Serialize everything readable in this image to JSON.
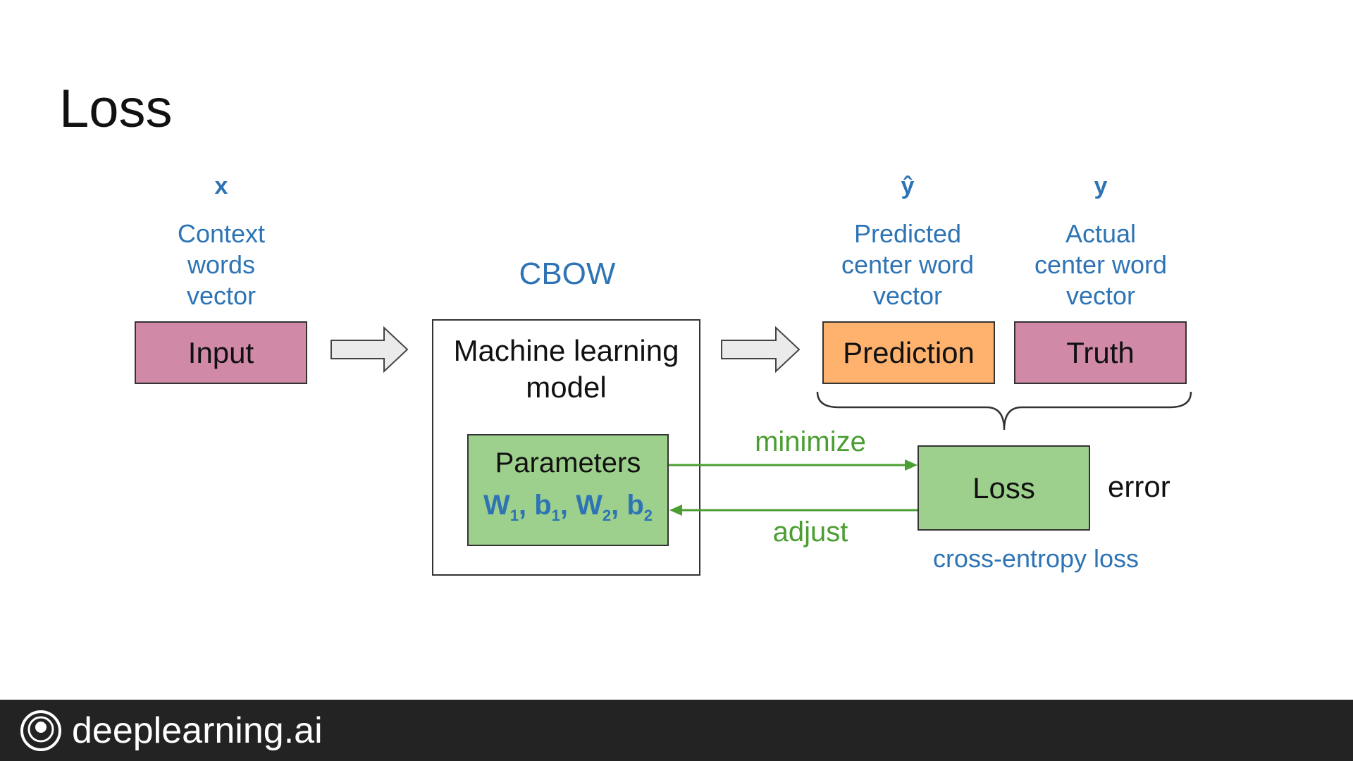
{
  "slide": {
    "title": "Loss"
  },
  "input": {
    "symbol": "x",
    "description_lines": [
      "Context",
      "words",
      "vector"
    ],
    "box_label": "Input",
    "box_color": "#d08aa8"
  },
  "model": {
    "heading": "CBOW",
    "label_lines": [
      "Machine learning",
      "model"
    ],
    "parameters_label": "Parameters",
    "parameters_formula": [
      "W",
      "1",
      ", b",
      "1",
      ", W",
      "2",
      ", b",
      "2"
    ]
  },
  "prediction": {
    "symbol": "ŷ",
    "description_lines": [
      "Predicted",
      "center word",
      "vector"
    ],
    "box_label": "Prediction",
    "box_color": "#ffb26e"
  },
  "truth": {
    "symbol": "y",
    "description_lines": [
      "Actual",
      "center word",
      "vector"
    ],
    "box_label": "Truth",
    "box_color": "#d08aa8"
  },
  "loss": {
    "box_label": "Loss",
    "side_label": "error",
    "caption": "cross-entropy loss",
    "box_color": "#9dd08d"
  },
  "arrows": {
    "minimize_label": "minimize",
    "adjust_label": "adjust",
    "arrow_color": "#4a9e32"
  },
  "colors": {
    "label_blue": "#2e74b5",
    "label_green": "#4a9e32",
    "footer_bg": "#232323"
  },
  "footer": {
    "brand": "deeplearning.ai",
    "logo_icon": "deeplearning-logo-icon"
  }
}
